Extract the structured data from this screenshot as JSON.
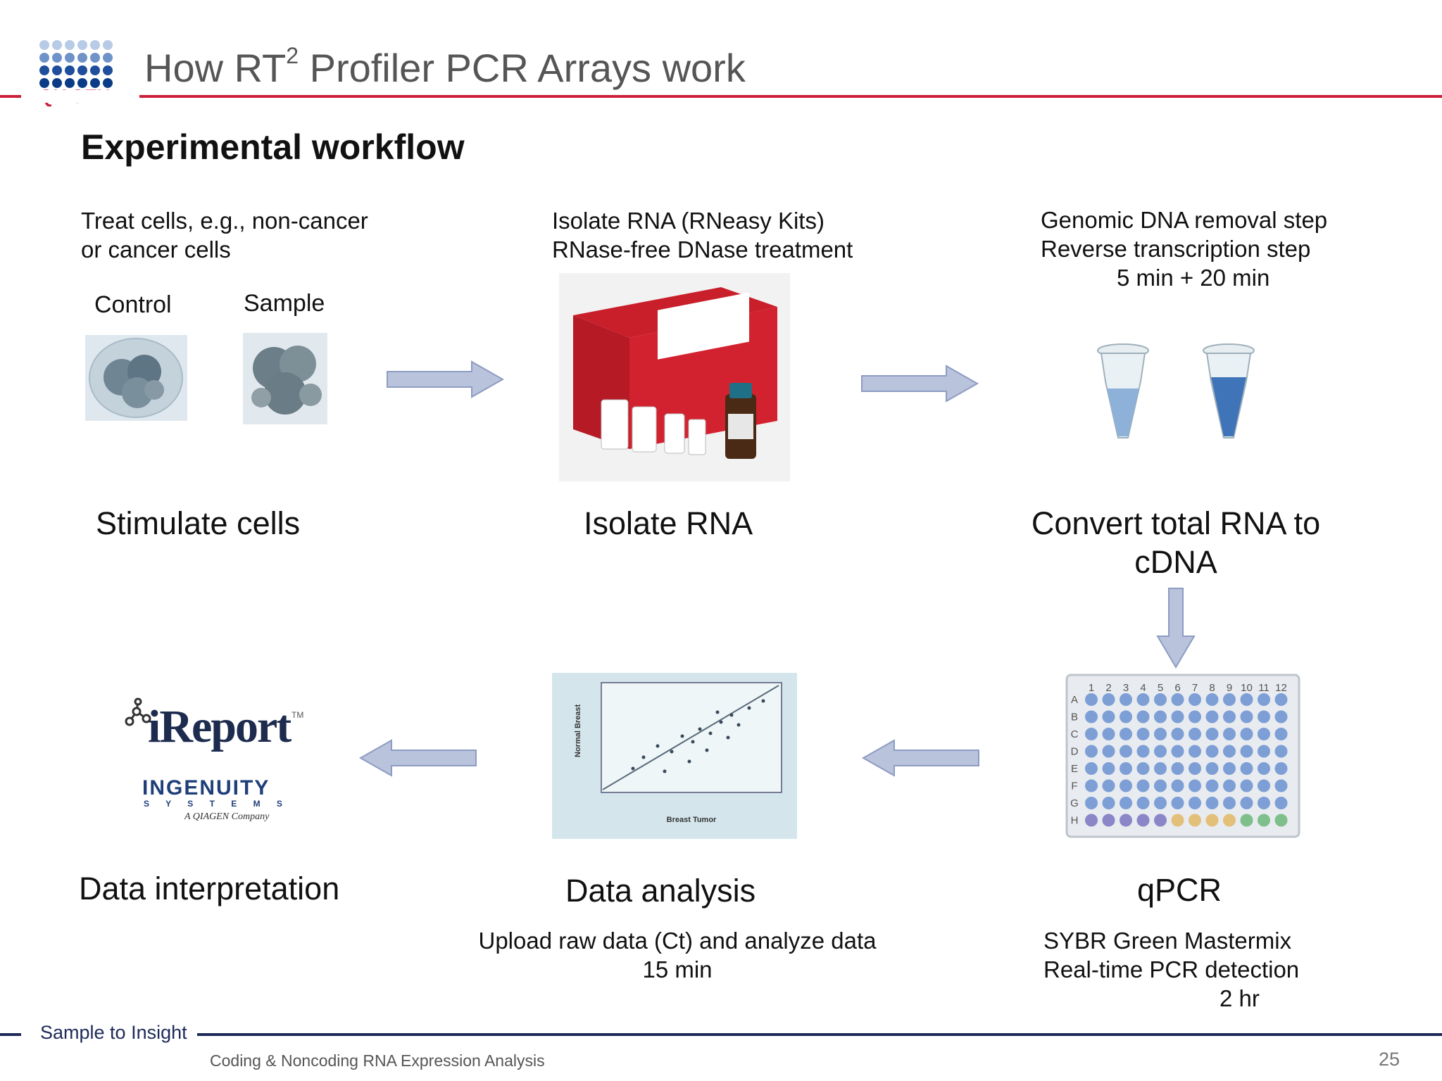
{
  "header": {
    "title_before": "How RT",
    "title_sup": "2",
    "title_after": " Profiler PCR Arrays work",
    "logo_text": "QIAGEN"
  },
  "subtitle": "Experimental workflow",
  "steps": {
    "stimulate": {
      "note_line1": "Treat cells, e.g., non-cancer",
      "note_line2": "or cancer cells",
      "control_label": "Control",
      "sample_label": "Sample",
      "label": "Stimulate cells"
    },
    "isolate": {
      "note_line1": "Isolate RNA (RNeasy Kits)",
      "note_line2": "RNase-free DNase treatment",
      "label": "Isolate RNA"
    },
    "convert": {
      "note_line1": "Genomic DNA removal step",
      "note_line2": "Reverse transcription step",
      "note_line3": "5 min + 20 min",
      "label_line1": "Convert total RNA to",
      "label_line2": "cDNA"
    },
    "qpcr": {
      "label": "qPCR",
      "note_line1": "SYBR Green Mastermix",
      "note_line2": "Real-time PCR detection",
      "note_line3": "2 hr",
      "plate_cols": [
        "1",
        "2",
        "3",
        "4",
        "5",
        "6",
        "7",
        "8",
        "9",
        "10",
        "11",
        "12"
      ],
      "plate_rows": [
        "A",
        "B",
        "C",
        "D",
        "E",
        "F",
        "G",
        "H"
      ]
    },
    "analysis": {
      "label": "Data analysis",
      "note_line1": "Upload raw data (Ct) and analyze data",
      "note_line2": "15 min",
      "plot_ylabel": "Normal Breast",
      "plot_xlabel": "Breast Tumor"
    },
    "interpretation": {
      "label": "Data interpretation",
      "ireport_text": "iReport",
      "ireport_tm": "TM",
      "ingenuity_text": "INGENUITY",
      "systems_text": "S Y S T E M S",
      "company_text": "A QIAGEN Company"
    }
  },
  "colors": {
    "accent_red": "#cc1f3a",
    "navy": "#1e2a5a",
    "arrow_fill": "#b9c3dc",
    "arrow_stroke": "#8d9cc2"
  },
  "footer": {
    "tagline": "Sample to Insight",
    "center_text": "Coding & Noncoding RNA Expression Analysis",
    "page_number": "25"
  }
}
